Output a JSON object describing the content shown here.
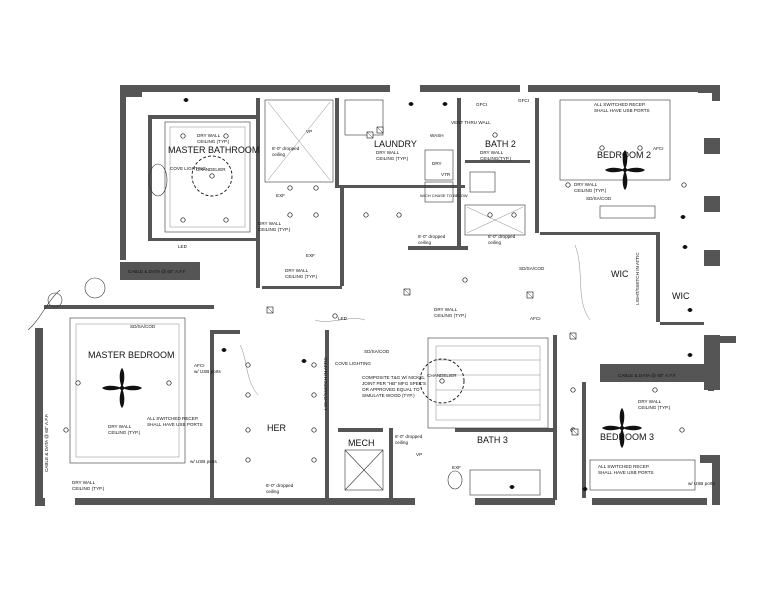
{
  "rooms": {
    "master_bathroom": "MASTER BATHROOM",
    "laundry": "LAUNDRY",
    "bath2": "BATH 2",
    "bedroom2": "BEDROOM 2",
    "wic_right": "WIC",
    "wic_right2": "WIC",
    "master_bedroom": "MASTER BEDROOM",
    "her": "HER",
    "mech": "MECH",
    "bath3": "BATH 3",
    "bedroom3": "BEDROOM 3"
  },
  "notes": {
    "drywall": "DRY WALL",
    "ceiling_typ": "CEILING (TYP.)",
    "ceiling_typ_nospace": "CEILING(TYP.)",
    "dropped_8": "8'-0\" dropped",
    "ceiling": "ceiling",
    "chandelier": "CHANDELIER",
    "cove_lighting": "COVE LIGHTING",
    "vent_thru_wall": "VENT THRU WALL",
    "switched_recep_1": "ALL SWITCHED RECEP.",
    "switched_recep_2": "SHALL HAVE USB PORTS",
    "sd_sa_cod": "SD/SA/COD",
    "cable_data": "CABLE & DATA @ 60\" A.F.F.",
    "light_switch_attic": "LIGHT/SWITCH IN ATTIC",
    "composite_1": "COMPOSITE T&G W/ NICKEL",
    "composite_2": "JOINT PER \"HB\" MFG SPEC'S",
    "composite_3": "OR APPROVED EQUAL TO",
    "composite_4": "SIMULATE WOOD (TYP.)",
    "wall_chase": "W/CH CHASE TO BELOW",
    "afci": "AFCI",
    "gfci": "GFCI",
    "usb_ports": "w/ USB ports",
    "led": "LED",
    "exf": "EXF",
    "vp": "VP",
    "vtr": "VTR",
    "dryer": "DRY",
    "wash": "WASH"
  },
  "colors": {
    "wall": "#555555",
    "linework": "#333333",
    "background": "#ffffff"
  }
}
